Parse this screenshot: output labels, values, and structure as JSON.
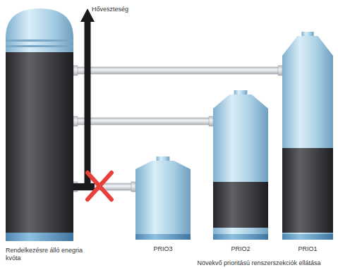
{
  "diagram": {
    "nodes": [
      {
        "text": [
          "Rendelkezésre álló enegria kvóta"
        ]
      },
      {
        "text": [
          "PRIO3"
        ]
      },
      {
        "text": [
          "PRIO2"
        ]
      },
      {
        "text": [
          "PRIO1"
        ]
      }
    ],
    "edges": [
      {
        "from": 0,
        "to": 3,
        "arrow": "none"
      },
      {
        "from": 0,
        "to": 2,
        "arrow": "none"
      },
      {
        "from": 0,
        "to": 1,
        "arrow": "none"
      }
    ],
    "labels": [
      "Hőveszteség",
      "Növekvő prioritású renszerszekciók ellátása"
    ]
  }
}
